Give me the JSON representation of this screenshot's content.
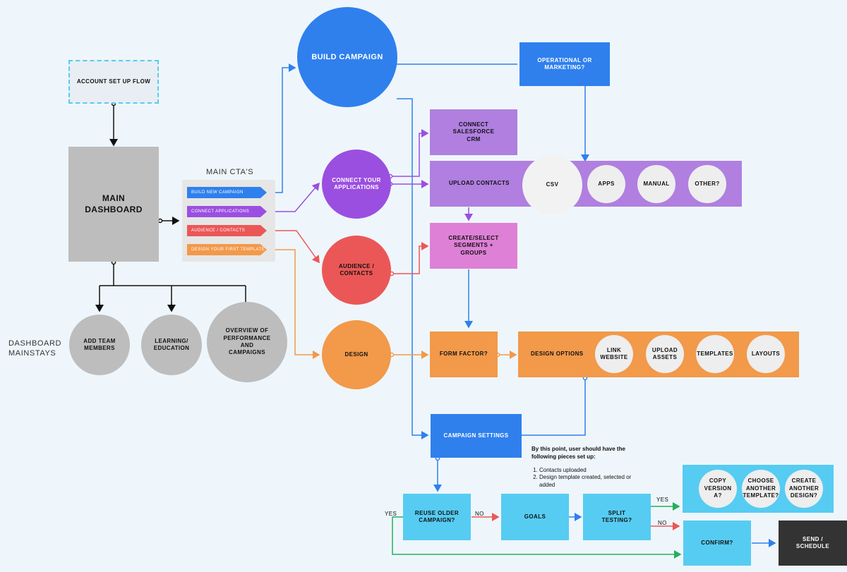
{
  "nodes": {
    "account_setup": "ACCOUNT SET UP FLOW",
    "main_dashboard": "MAIN DASHBOARD",
    "add_team": "ADD TEAM MEMBERS",
    "learning": "LEARNING/ EDUCATION",
    "overview": "OVERVIEW OF PERFORMANCE AND CAMPAIGNS",
    "build_campaign": "BUILD CAMPAIGN",
    "operational": "OPERATIONAL OR MARKETING?",
    "connect_apps": "CONNECT YOUR APPLICATIONS",
    "connect_crm": "CONNECT SALESFORCE CRM",
    "upload_contacts": "UPLOAD CONTACTS",
    "csv": "CSV",
    "apps": "APPS",
    "manual": "MANUAL",
    "other": "OTHER?",
    "audience": "AUDIENCE / CONTACTS",
    "segments": "CREATE/SELECT SEGMENTS + GROUPS",
    "design": "DESIGN",
    "form_factor": "FORM FACTOR?",
    "design_options": "DESIGN OPTIONS",
    "link_website": "LINK WEBSITE",
    "upload_assets": "UPLOAD ASSETS",
    "templates": "TEMPLATES",
    "layouts": "LAYOUTS",
    "campaign_settings": "CAMPAIGN SETTINGS",
    "reuse": "REUSE OLDER CAMPAIGN?",
    "goals": "GOALS",
    "split": "SPLIT TESTING?",
    "copy_a": "COPY VERSION A?",
    "choose_template": "CHOOSE ANOTHER TEMPLATE?",
    "create_design": "CREATE ANOTHER DESIGN?",
    "confirm": "CONFIRM?",
    "send": "SEND / SCHEDULE"
  },
  "labels": {
    "main_ctas": "MAIN CTA'S",
    "mainstays": "DASHBOARD MAINSTAYS"
  },
  "ctas": [
    "BUILD NEW CAMPAIGN",
    "CONNECT APPLICATIONS",
    "AUDIENCE / CONTACTS",
    "DESIGN YOUR FIRST TEMPLATE"
  ],
  "note": {
    "title": "By this point, user should have the following pieces set up:",
    "items": [
      "Contacts uploaded",
      "Design template created, selected or added"
    ]
  },
  "edges": {
    "yes": "YES",
    "no": "NO"
  },
  "colors": {
    "blue": "#2f80ed",
    "purple": "#9b4fe0",
    "red": "#eb5757",
    "orange": "#f2994a",
    "green": "#27ae60",
    "black": "#111111"
  }
}
